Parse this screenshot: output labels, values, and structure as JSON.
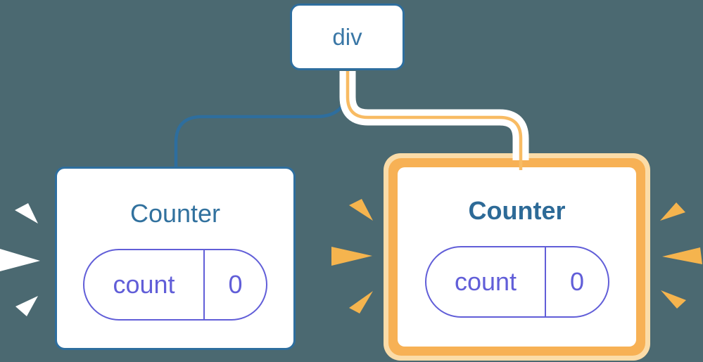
{
  "palette": {
    "background": "#4B6971",
    "node_stroke_blue": "#2E6E9E",
    "label_blue": "#31719E",
    "state_indigo": "#615ED8",
    "highlight_orange": "#F7B155",
    "highlight_halo": "#FBDCA8",
    "edge_orange": "#F8BB63",
    "spark_orange": "#F5B44E",
    "spark_white": "#FFFFFF",
    "card_fill": "#FFFFFF"
  },
  "tree": {
    "root": {
      "label": "div"
    },
    "children": [
      {
        "label": "Counter",
        "highlighted": false,
        "state": {
          "key": "count",
          "value": "0"
        }
      },
      {
        "label": "Counter",
        "highlighted": true,
        "state": {
          "key": "count",
          "value": "0"
        }
      }
    ]
  }
}
